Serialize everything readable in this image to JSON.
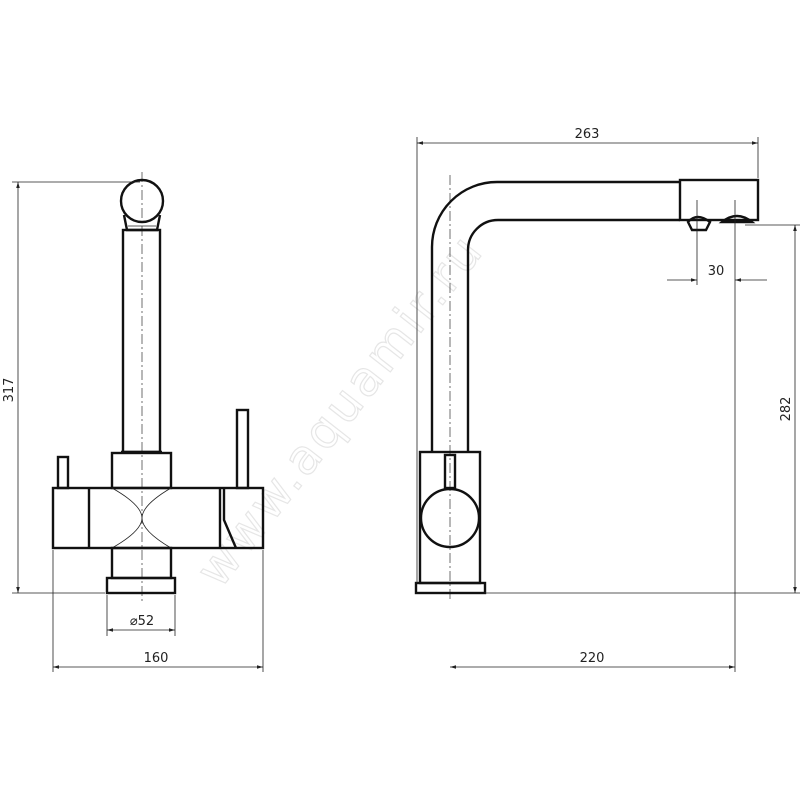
{
  "watermark": "www.aquamir.ru",
  "front_view": {
    "dimensions": {
      "height": "317",
      "base_diameter": "⌀52",
      "width": "160"
    }
  },
  "side_view": {
    "dimensions": {
      "overall_reach": "263",
      "outlet_spacing": "30",
      "outlet_height": "282",
      "spout_reach": "220"
    }
  }
}
